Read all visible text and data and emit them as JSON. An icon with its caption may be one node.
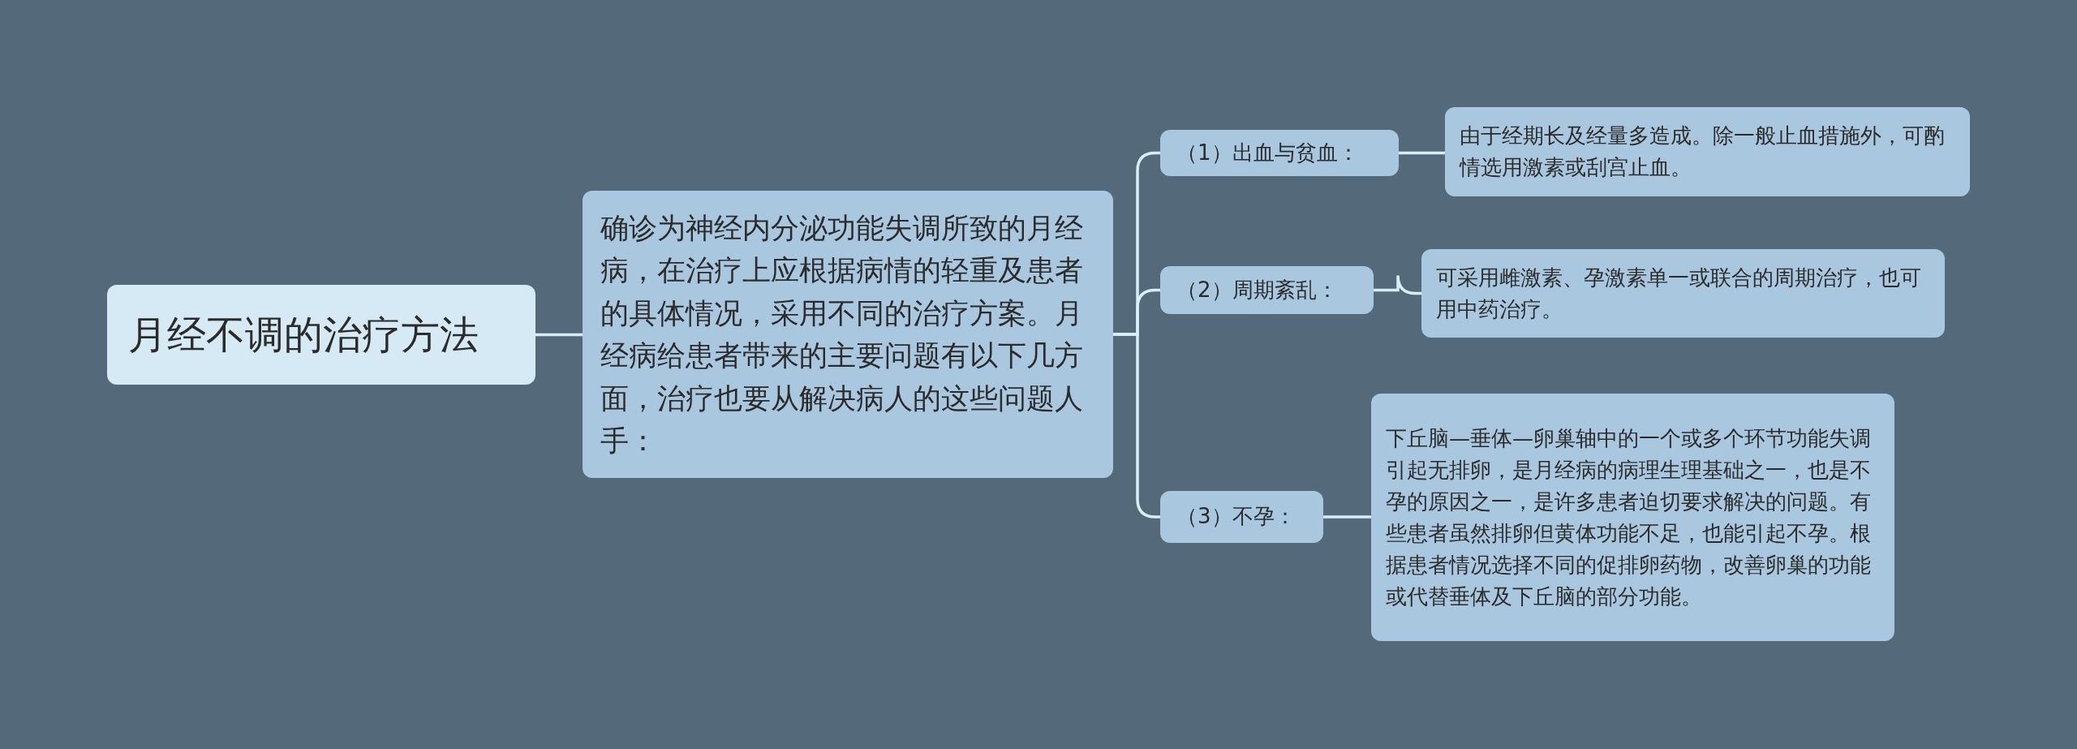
{
  "diagram": {
    "nodes": [
      {
        "text": [
          "月经不调的治疗方法"
        ]
      },
      {
        "text": [
          "确诊为神经内分泌功能失调所致的月经病，在治疗上应根据病情的轻重及患者的具体情况，采用不同的治疗方案。月经病给患者带来的主要问题有以下几方面，治疗也要从解决病人的这些问题人手："
        ]
      },
      {
        "text": [
          "（1）出血与贫血："
        ]
      },
      {
        "text": [
          "由于经期长及经量多造成。除一般止血措施外，可酌情选用激素或刮宫止血。"
        ]
      },
      {
        "text": [
          "（2）周期紊乱："
        ]
      },
      {
        "text": [
          "可采用雌激素、孕激素单一或联合的周期治疗，也可用中药治疗。"
        ]
      },
      {
        "text": [
          "（3）不孕："
        ]
      },
      {
        "text": [
          "下丘脑—垂体—卵巢轴中的一个或多个环节功能失调引起无排卵，是月经病的病理生理基础之一，也是不孕的原因之一，是许多患者迫切要求解决的问题。有些患者虽然排卵但黄体功能不足，也能引起不孕。根据患者情况选择不同的促排卵药物，改善卵巢的功能或代替垂体及下丘脑的部分功能。"
        ]
      }
    ],
    "edges": [
      {
        "from": 0,
        "to": 1,
        "arrow": "none"
      },
      {
        "from": 1,
        "to": 2,
        "arrow": "none"
      },
      {
        "from": 1,
        "to": 4,
        "arrow": "none"
      },
      {
        "from": 1,
        "to": 6,
        "arrow": "none"
      },
      {
        "from": 2,
        "to": 3,
        "arrow": "none"
      },
      {
        "from": 4,
        "to": 5,
        "arrow": "none"
      },
      {
        "from": 6,
        "to": 7,
        "arrow": "none"
      }
    ]
  }
}
